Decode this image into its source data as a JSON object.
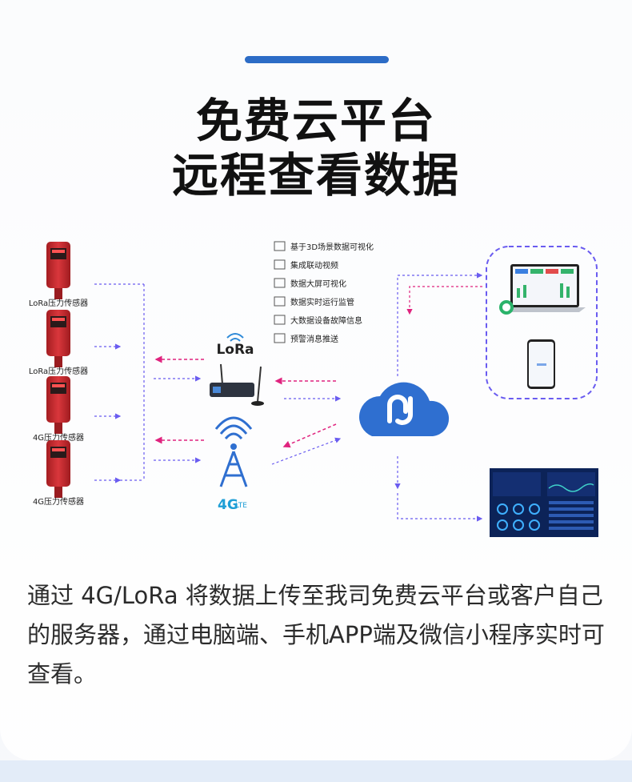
{
  "headline": {
    "line1": "免费云平台",
    "line2": "远程查看数据"
  },
  "sensors": [
    {
      "label": "LoRa压力传感器"
    },
    {
      "label": "LoRa压力传感器"
    },
    {
      "label": "4G压力传感器"
    },
    {
      "label": "4G压力传感器"
    }
  ],
  "gateway": {
    "lora_label": "LoRa",
    "lte_label": "4G",
    "lte_sub": "LTE"
  },
  "features": [
    "基于3D场景数据可视化",
    "集成联动视频",
    "数据大屏可视化",
    "数据实时运行监管",
    "大数据设备故障信息",
    "预警消息推送"
  ],
  "description": "通过 4G/LoRa 将数据上传至我司免费云平台或客户自己的服务器，通过电脑端、手机APP端及微信小程序实时可查看。",
  "colors": {
    "accent": "#2c6cc6",
    "sensor_red": "#c8262b",
    "blue_arrow": "#6a5cf0",
    "pink_arrow": "#e0237e",
    "cloud": "#2f6fd0"
  }
}
